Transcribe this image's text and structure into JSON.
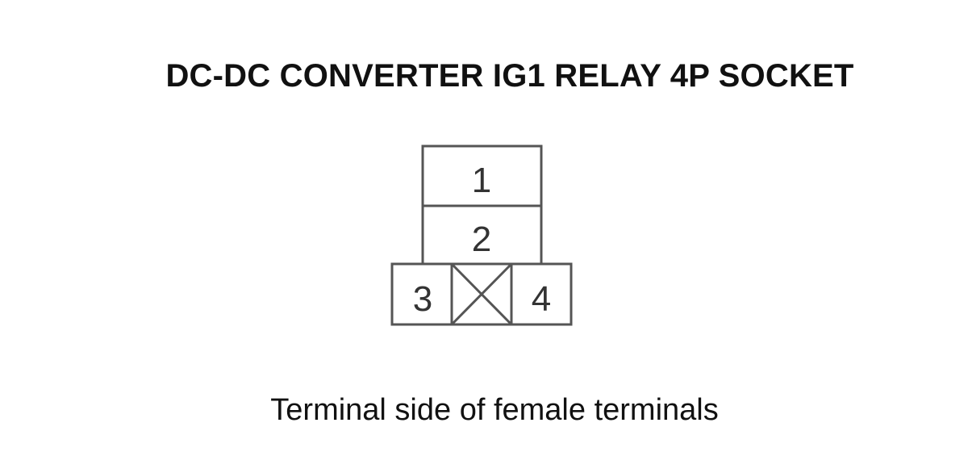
{
  "diagram": {
    "title": "DC-DC CONVERTER IG1 RELAY 4P SOCKET",
    "caption": "Terminal side of female terminals",
    "pins": [
      {
        "id": "1",
        "label": "1"
      },
      {
        "id": "2",
        "label": "2"
      },
      {
        "id": "3",
        "label": "3"
      },
      {
        "id": "4",
        "label": "4"
      }
    ],
    "blocked_cavity": "x-mark",
    "colors": {
      "line": "#555555",
      "text": "#111111",
      "background": "#ffffff"
    }
  }
}
